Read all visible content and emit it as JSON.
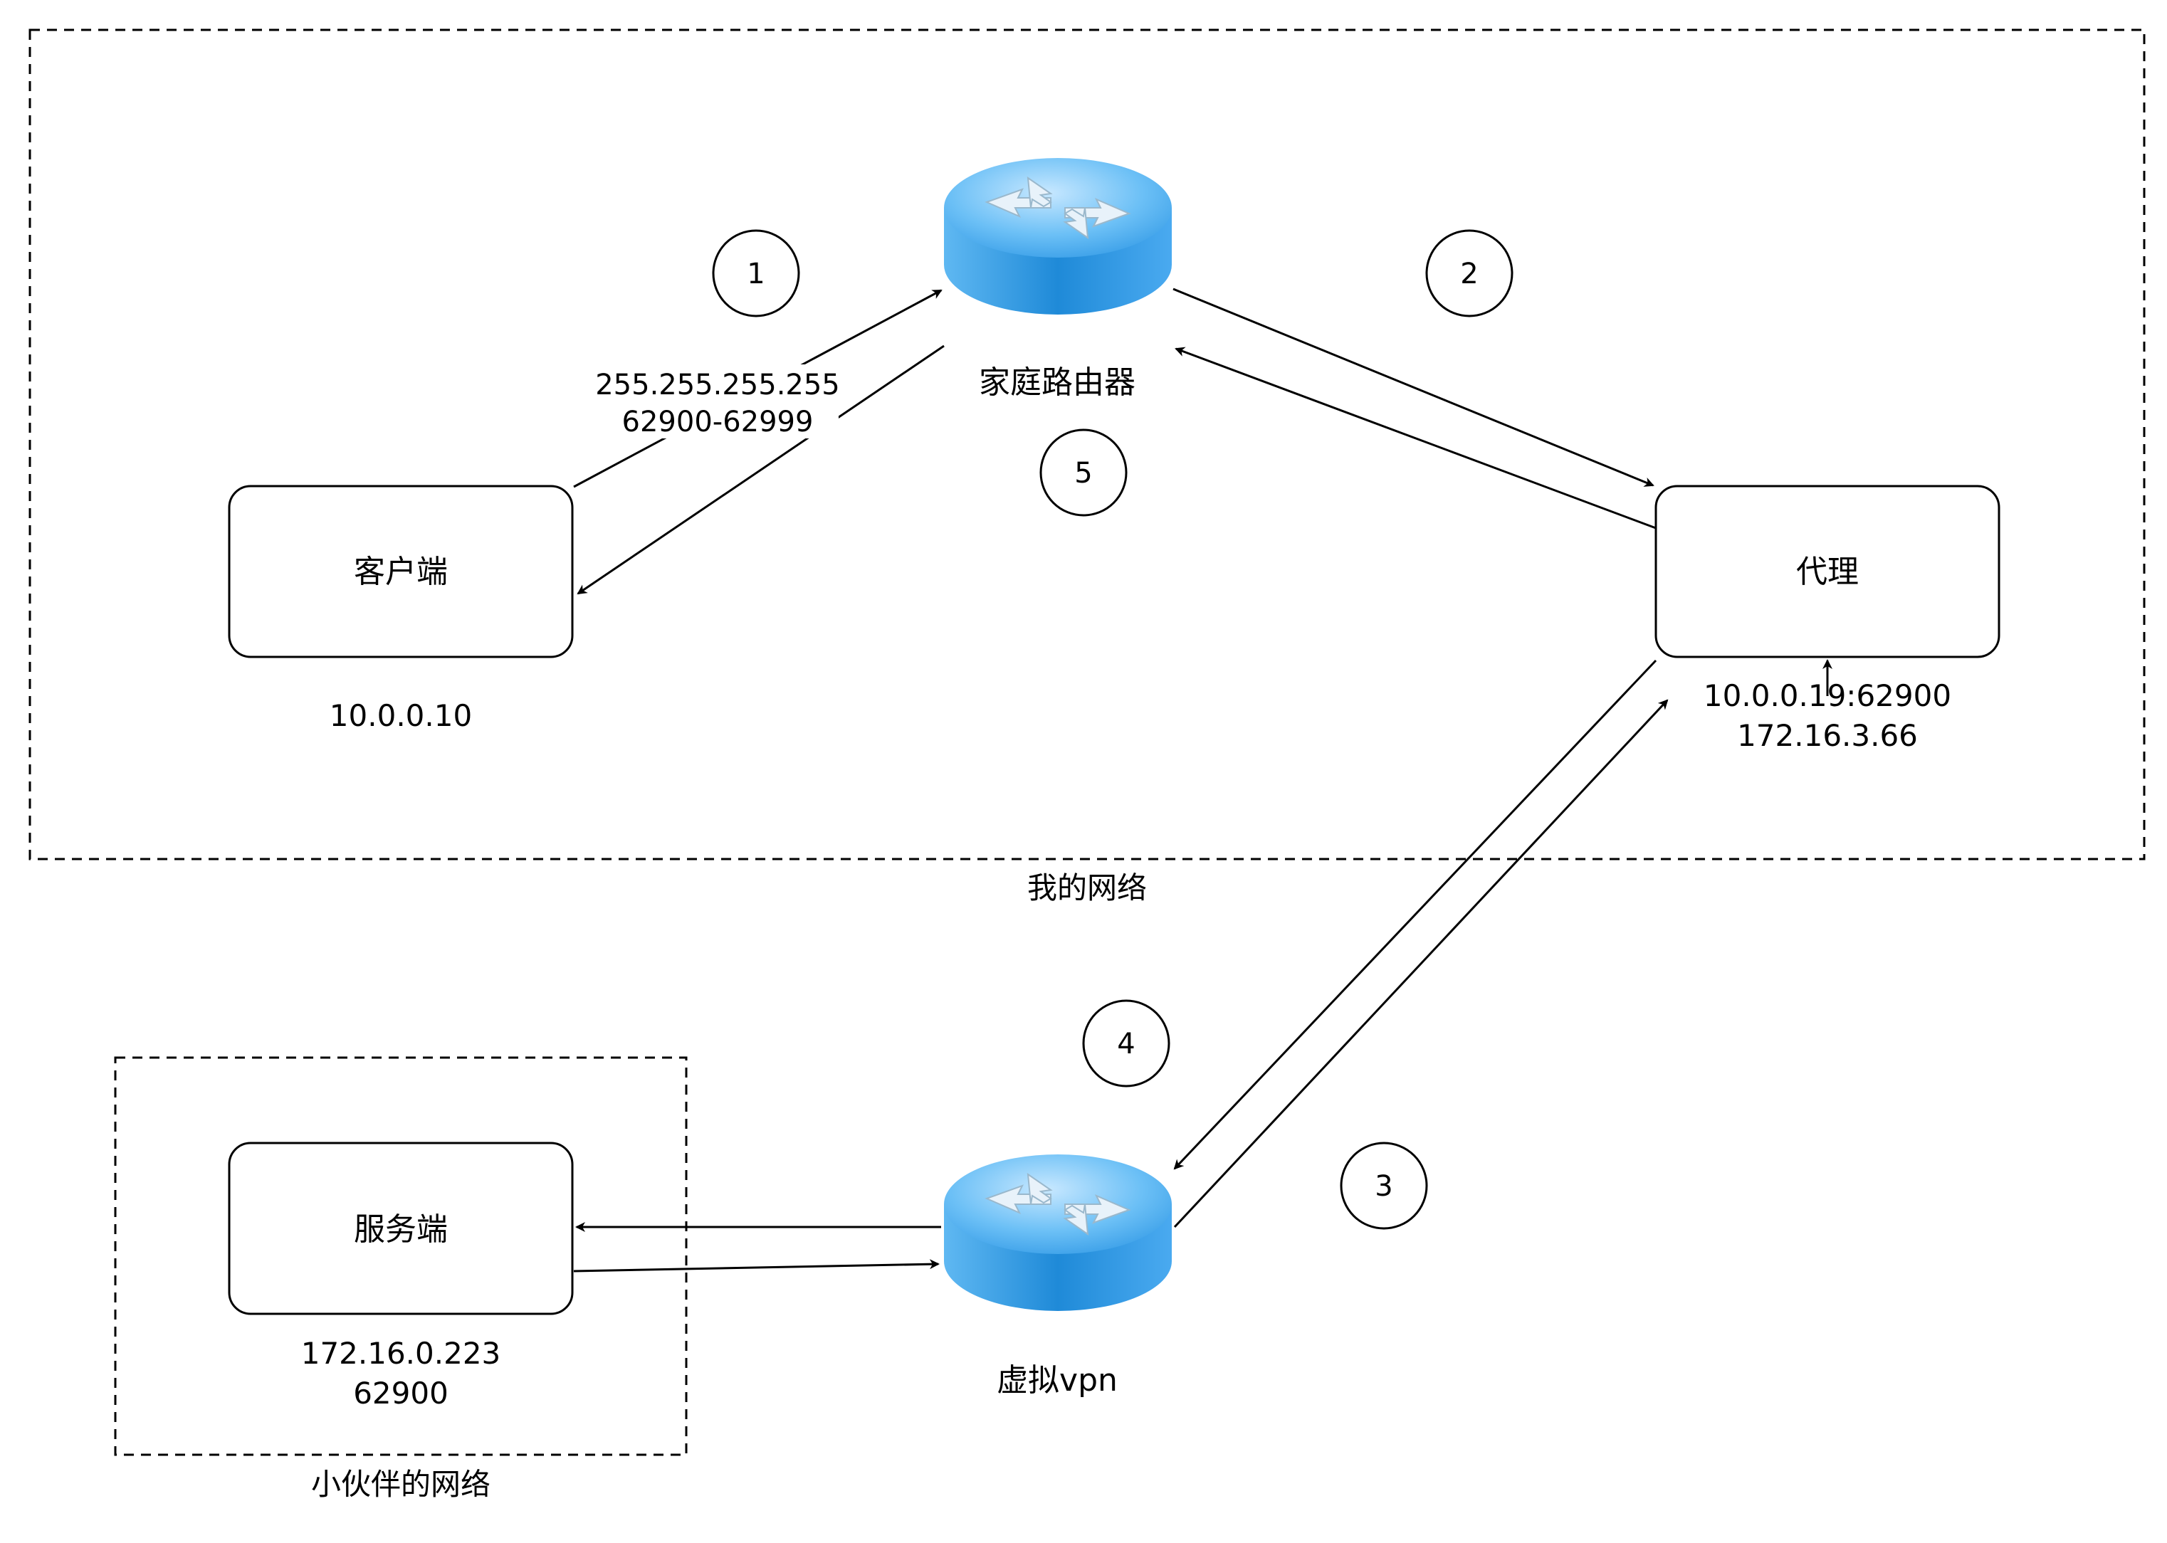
{
  "groups": {
    "my_network": {
      "label": "我的网络"
    },
    "partner_network": {
      "label": "小伙伴的网络"
    }
  },
  "nodes": {
    "client": {
      "label": "客户端",
      "address": "10.0.0.10"
    },
    "proxy": {
      "label": "代理",
      "address_line1": "10.0.0.19:62900",
      "address_line2": "172.16.3.66"
    },
    "server": {
      "label": "服务端",
      "address_line1": "172.16.0.223",
      "address_line2": "62900"
    },
    "home_router": {
      "label": "家庭路由器",
      "icon": "router-icon"
    },
    "vpn_router": {
      "label": "虚拟vpn",
      "icon": "router-icon"
    }
  },
  "edges": {
    "client_to_router": {
      "label_line1": "255.255.255.255",
      "label_line2": "62900-62999"
    }
  },
  "steps": [
    "1",
    "2",
    "3",
    "4",
    "5"
  ],
  "colors": {
    "router_top": "#5ab4f0",
    "router_side": "#1e86d6",
    "stroke": "#000000"
  }
}
